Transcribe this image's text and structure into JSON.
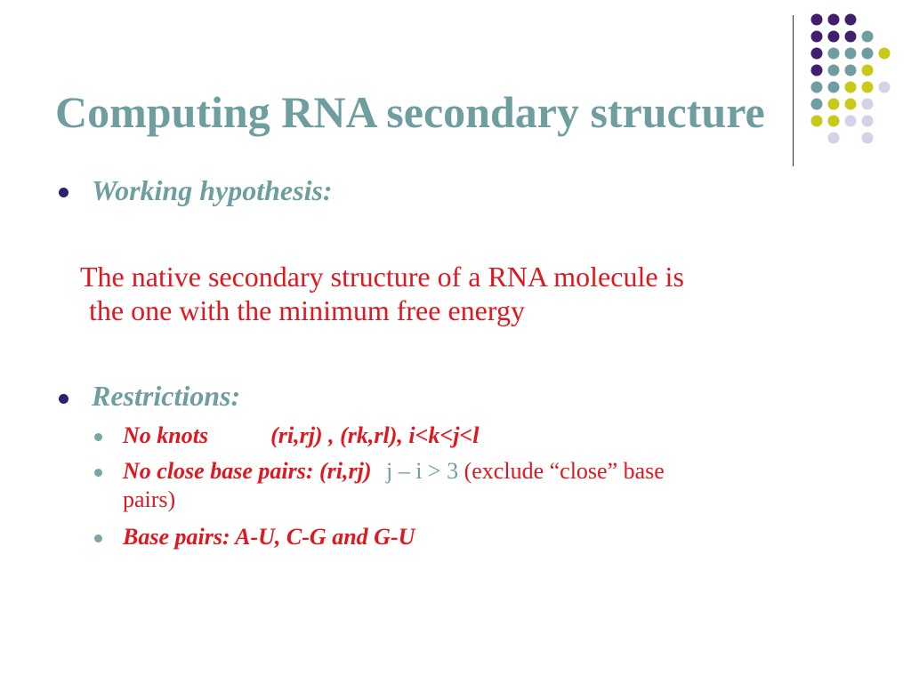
{
  "slide": {
    "title": "Computing RNA secondary structure",
    "bullet1": {
      "label": "Working hypothesis:"
    },
    "hypothesis": {
      "line1": "The native secondary structure of a RNA molecule is",
      "line2": "the one with the minimum free energy"
    },
    "bullet2": {
      "label": "Restrictions:"
    },
    "restrictions": {
      "no_knots": {
        "label": "No knots",
        "rule": "(ri,rj) , (rk,rl), i<k<j<l"
      },
      "close_pairs": {
        "label": "No close base pairs: (ri,rj)",
        "condition": "j – i > 3",
        "note_line1": "(exclude “close” base",
        "note_line2": "pairs)"
      },
      "base_pairs": {
        "label": "Base pairs: A-U, C-G and G-U"
      }
    }
  },
  "colors": {
    "title": "#6f9ea0",
    "accent_red": "#e0171f",
    "dot_purple": "#3f1f6e",
    "dot_teal": "#6f9ea0",
    "dot_yellow": "#c9c91a",
    "dot_lavender": "#d4d2e6"
  }
}
